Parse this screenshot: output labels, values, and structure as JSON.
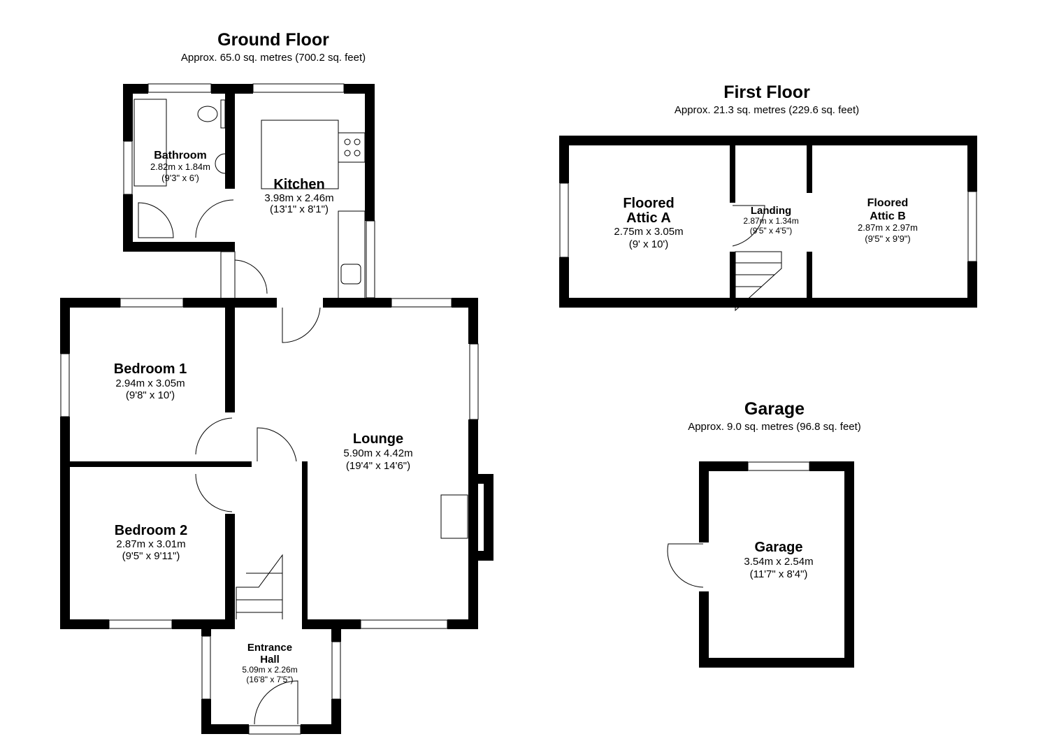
{
  "ground_floor": {
    "title": "Ground Floor",
    "area": "Approx. 65.0 sq. metres (700.2 sq. feet)",
    "rooms": {
      "bathroom": {
        "name": "Bathroom",
        "metric": "2.82m x 1.84m",
        "imperial": "(9'3\" x 6')"
      },
      "kitchen": {
        "name": "Kitchen",
        "metric": "3.98m x 2.46m",
        "imperial": "(13'1\" x 8'1\")"
      },
      "bedroom1": {
        "name": "Bedroom 1",
        "metric": "2.94m x 3.05m",
        "imperial": "(9'8\" x 10')"
      },
      "lounge": {
        "name": "Lounge",
        "metric": "5.90m x 4.42m",
        "imperial": "(19'4\" x 14'6\")"
      },
      "bedroom2": {
        "name": "Bedroom 2",
        "metric": "2.87m x 3.01m",
        "imperial": "(9'5\" x 9'11\")"
      },
      "entrance_hall": {
        "name_line1": "Entrance",
        "name_line2": "Hall",
        "metric": "5.09m x 2.26m",
        "imperial": "(16'8\" x 7'5\")"
      }
    }
  },
  "first_floor": {
    "title": "First Floor",
    "area": "Approx. 21.3 sq. metres (229.6 sq. feet)",
    "rooms": {
      "attic_a": {
        "name_line1": "Floored",
        "name_line2": "Attic A",
        "metric": "2.75m x 3.05m",
        "imperial": "(9' x 10')"
      },
      "landing": {
        "name": "Landing",
        "metric": "2.87m x 1.34m",
        "imperial": "(9'5\" x 4'5\")"
      },
      "attic_b": {
        "name_line1": "Floored",
        "name_line2": "Attic B",
        "metric": "2.87m x 2.97m",
        "imperial": "(9'5\" x 9'9\")"
      }
    }
  },
  "garage": {
    "title": "Garage",
    "area": "Approx. 9.0 sq. metres (96.8 sq. feet)",
    "rooms": {
      "garage": {
        "name": "Garage",
        "metric": "3.54m x 2.54m",
        "imperial": "(11'7\" x 8'4\")"
      }
    }
  }
}
